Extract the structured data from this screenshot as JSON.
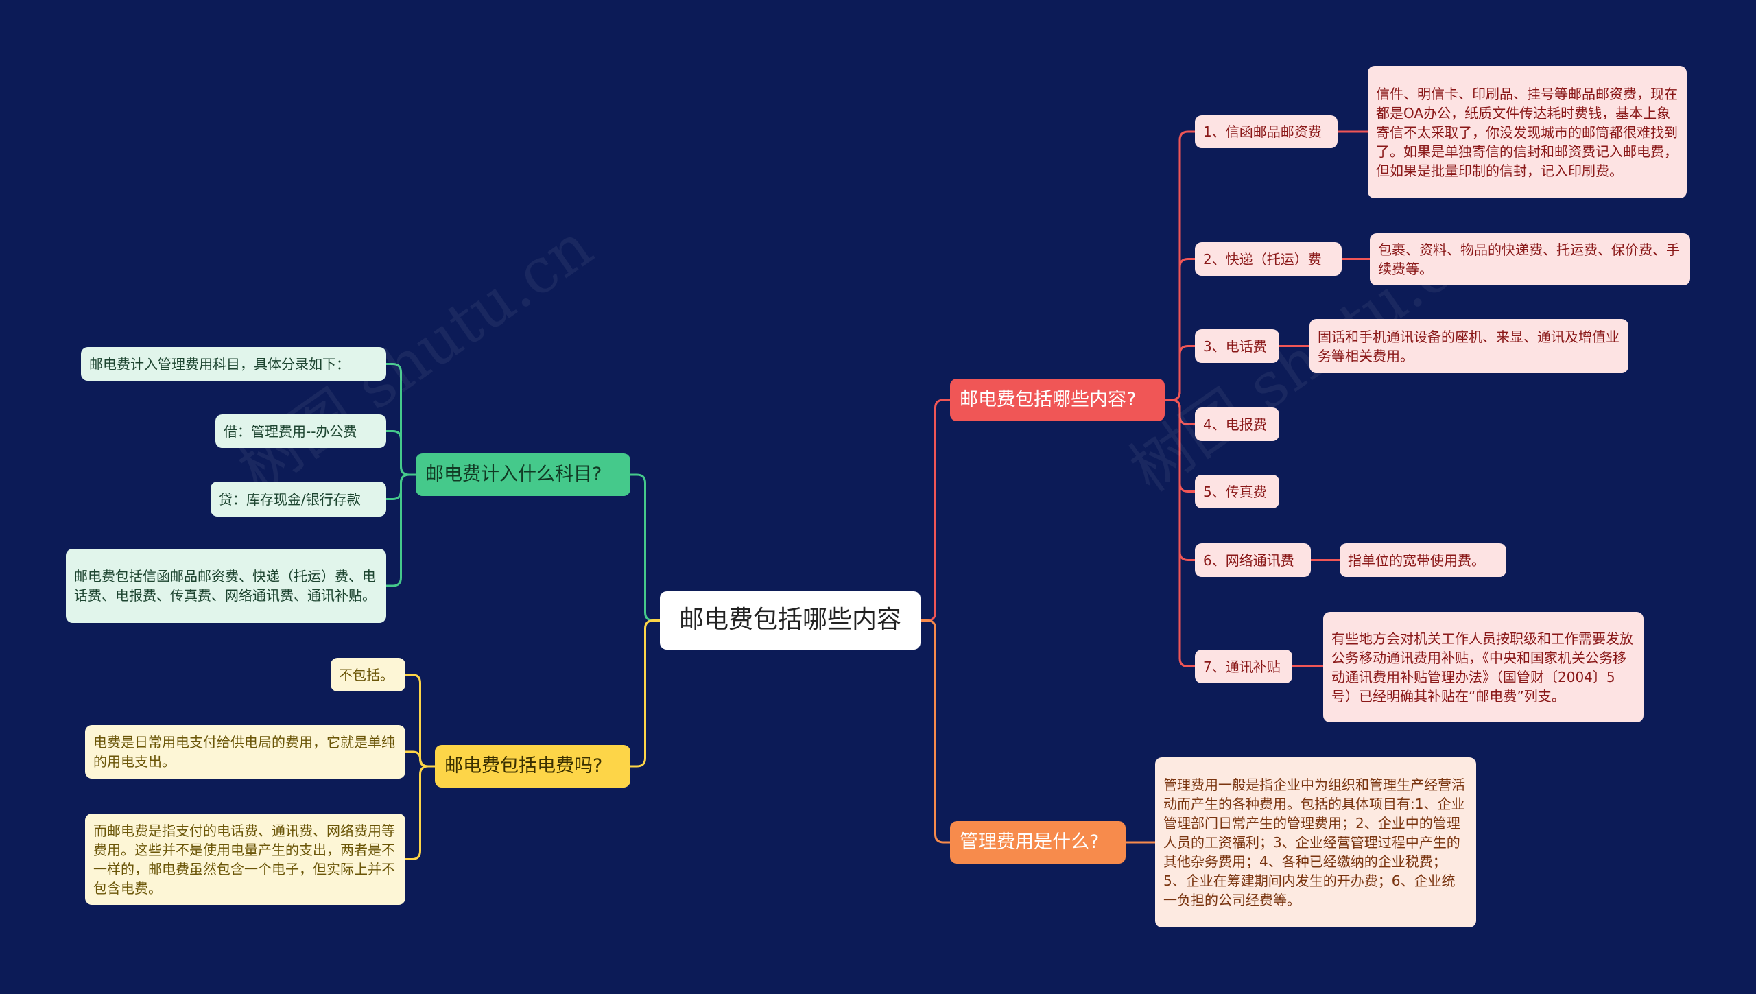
{
  "center": {
    "label": "邮电费包括哪些内容"
  },
  "branches": {
    "contents": {
      "label": "邮电费包括哪些内容?",
      "items": [
        {
          "label": "1、信函邮品邮资费",
          "detail": "信件、明信卡、印刷品、挂号等邮品邮资费，现在都是OA办公，纸质文件传达耗时费钱，基本上象寄信不太采取了，你没发现城市的邮筒都很难找到了。如果是单独寄信的信封和邮资费记入邮电费，但如果是批量印制的信封，记入印刷费。"
        },
        {
          "label": "2、快递（托运）费",
          "detail": "包裹、资料、物品的快递费、托运费、保价费、手续费等。"
        },
        {
          "label": "3、电话费",
          "detail": "固话和手机通讯设备的座机、来显、通讯及增值业务等相关费用。"
        },
        {
          "label": "4、电报费"
        },
        {
          "label": "5、传真费"
        },
        {
          "label": "6、网络通讯费",
          "detail": "指单位的宽带使用费。"
        },
        {
          "label": "7、通讯补贴",
          "detail": "有些地方会对机关工作人员按职级和工作需要发放公务移动通讯费用补贴，《中央和国家机关公务移动通讯费用补贴管理办法》（国管财〔2004〕5号）已经明确其补贴在“邮电费”列支。"
        }
      ]
    },
    "admin": {
      "label": "管理费用是什么?",
      "detail": "管理费用一般是指企业中为组织和管理生产经营活动而产生的各种费用。包括的具体项目有:1、企业管理部门日常产生的管理费用；2、企业中的管理人员的工资福利；3、企业经营管理过程中产生的其他杂务费用；4、各种已经缴纳的企业税费；5、企业在筹建期间内发生的开办费；6、企业统一负担的公司经费等。"
    },
    "account": {
      "label": "邮电费计入什么科目?",
      "items": [
        "邮电费计入管理费用科目，具体分录如下：",
        "借：管理费用--办公费",
        "贷：库存现金/银行存款",
        "邮电费包括信函邮品邮资费、快递（托运）费、电话费、电报费、传真费、网络通讯费、通讯补贴。"
      ]
    },
    "electricity": {
      "label": "邮电费包括电费吗?",
      "items": [
        "不包括。",
        "电费是日常用电支付给供电局的费用，它就是单纯的用电支出。",
        "而邮电费是指支付的电话费、通讯费、网络费用等费用。这些并不是使用电量产生的支出，两者是不一样的，邮电费虽然包含一个电子，但实际上并不包含电费。"
      ]
    }
  },
  "watermark": "树图 shutu.cn",
  "colors": {
    "background": "#0c1b57",
    "red": "#f05656",
    "orange": "#f78b4c",
    "green": "#45c98b",
    "yellow": "#fdd548"
  }
}
